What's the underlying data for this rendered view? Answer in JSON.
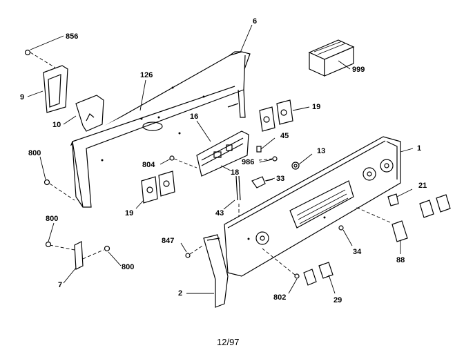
{
  "footer": {
    "date_code": "12/97"
  },
  "labels": {
    "p856": "856",
    "p6": "6",
    "p999": "999",
    "p126": "126",
    "p9": "9",
    "p10": "10",
    "p16": "16",
    "p19_right": "19",
    "p45": "45",
    "p13": "13",
    "p1": "1",
    "p800_left": "800",
    "p804": "804",
    "p986": "986",
    "p18": "18",
    "p33": "33",
    "p21": "21",
    "p19_left": "19",
    "p43": "43",
    "p800_mid": "800",
    "p847": "847",
    "p34": "34",
    "p88": "88",
    "p800_bottom": "800",
    "p7": "7",
    "p2": "2",
    "p802": "802",
    "p29": "29"
  }
}
